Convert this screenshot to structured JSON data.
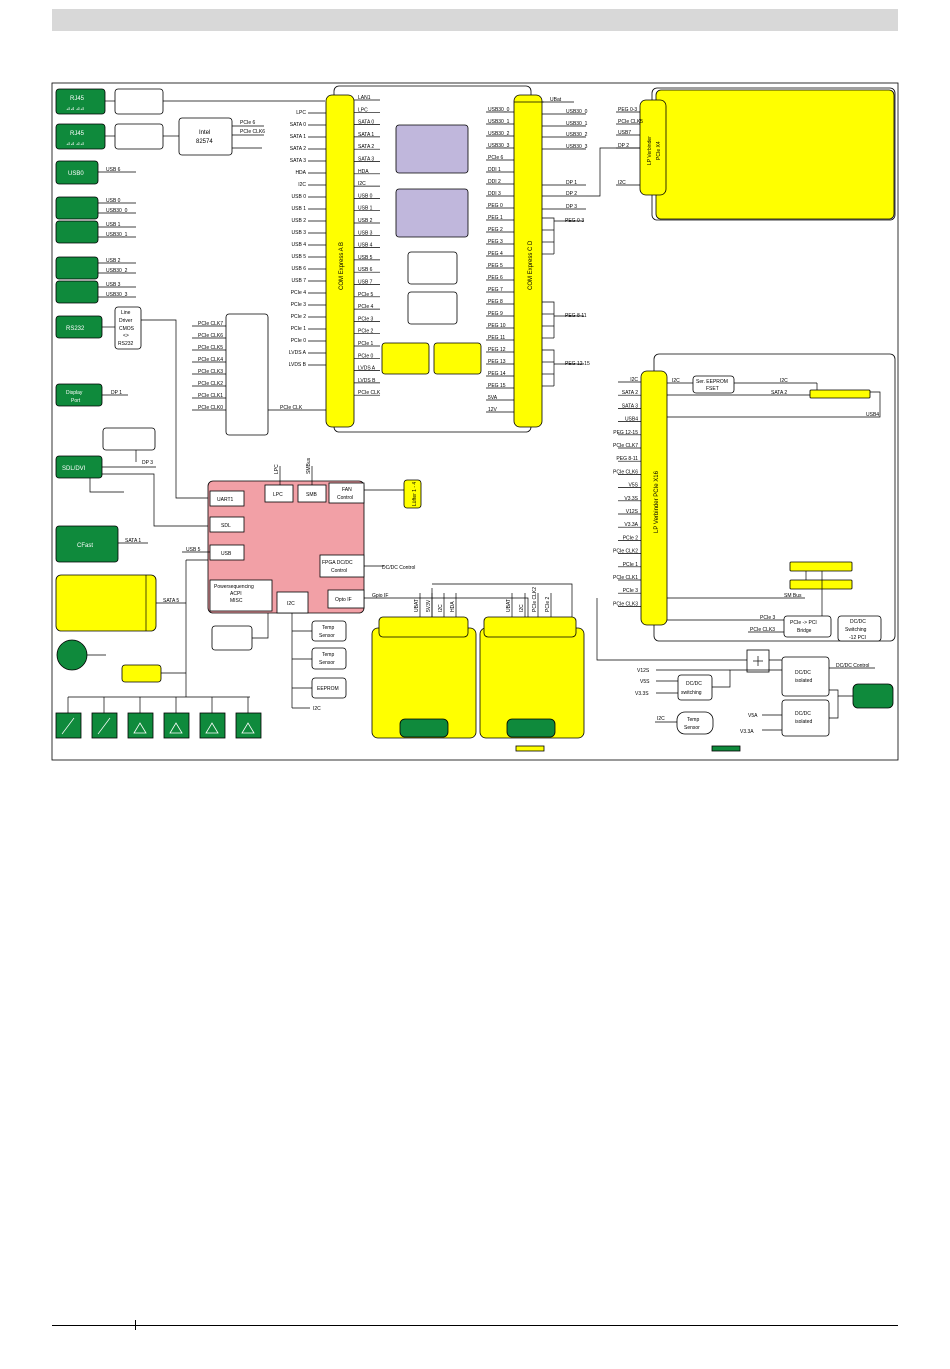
{
  "diagram": {
    "network": {
      "rj45_1": "RJ45",
      "rj45_2": "RJ45",
      "intel_line1": "Intel",
      "intel_line2": "82574",
      "pcie6": "PCIe 6",
      "pcie_clk6": "PCIe CLK6"
    },
    "usb_ports": {
      "usb0_box": "USB0",
      "usb6": "USB 6",
      "usb0": "USB 0",
      "usb30_0": "USB30_0",
      "usb1": "USB 1",
      "usb30_1": "USB30_1",
      "usb2": "USB 2",
      "usb30_2": "USB30_2",
      "usb3": "USB 3",
      "usb30_3": "USB30_3"
    },
    "serial": {
      "rs232_box": "RS232",
      "line_driver": [
        "Line",
        "Driver",
        "CMOS",
        "<>",
        "RS232"
      ]
    },
    "displayport": {
      "box_line1": "Display",
      "box_line2": "Port",
      "dp1": "DP 1",
      "sdvi_box": "SDL/DVI",
      "dp3": "DP 3"
    },
    "cfast": {
      "box": "CFast",
      "sata1": "SATA 1"
    },
    "sata5": "SATA 5",
    "pcie_fanout": {
      "labels": [
        "PCIe CLK7",
        "PCIe CLK6",
        "PCIe CLK5",
        "PCIe CLK4",
        "PCIe CLK3",
        "PCIe CLK2",
        "PCIe CLK1",
        "PCIe CLK0"
      ],
      "pcie_clk": "PCIe CLK"
    },
    "com_ab": {
      "title": "COM Express A B",
      "left_labels": [
        "LPC",
        "SATA 0",
        "SATA 1",
        "SATA 2",
        "SATA 3",
        "HDA",
        "I2C",
        "USB 0",
        "USB 1",
        "USB 2",
        "USB 3",
        "USB 4",
        "USB 5",
        "USB 6",
        "USB 7",
        "PCIe 4",
        "PCIe 3",
        "PCIe 2",
        "PCIe 1",
        "PCIe 0",
        "LVDS A",
        "LVDS B"
      ],
      "right_labels": [
        "LAN1",
        "LPC",
        "SATA 0",
        "SATA 1",
        "SATA 2",
        "SATA 3",
        "HDA",
        "I2C",
        "USB 0",
        "USB 1",
        "USB 2",
        "USB 3",
        "USB 4",
        "USB 5",
        "USB 6",
        "USB 7",
        "PCIe 5",
        "PCIe 4",
        "PCIe 3",
        "PCIe 2",
        "PCIe 1",
        "PCIe 0",
        "LVDS A",
        "LVDS B",
        "PCIe CLK"
      ]
    },
    "com_cd": {
      "title": "COM Express C D",
      "left_labels": [
        "USB30_0",
        "USB30_1",
        "USB30_2",
        "USB30_3",
        "PCIe 6",
        "DDI 1",
        "DDI 2",
        "DDI 3",
        "PEG 0",
        "PEG 1",
        "PEG 2",
        "PEG 3",
        "PEG 4",
        "PEG 5",
        "PEG 6",
        "PEG 7",
        "PEG 8",
        "PEG 9",
        "PEG 10",
        "PEG 11",
        "PEG 12",
        "PEG 13",
        "PEG 14",
        "PEG 15",
        "5VA",
        "12V"
      ],
      "right_labels": [
        "USB30_0",
        "USB30_1",
        "USB30_2",
        "USB30_3",
        "DP 1",
        "DP 2",
        "DP 3"
      ],
      "ubat": "UBat",
      "peg_0_3": "PEG 0-3",
      "peg_8_11": "PEG 8-11",
      "peg_12_15": "PEG 12-15"
    },
    "lp_x4": {
      "title_line1": "LP Verbinder",
      "title_line2": "PCIe X4",
      "labels": [
        "PEG 0-3",
        "PCIe CLK5",
        "USB7",
        "DP 2",
        "I2C"
      ]
    },
    "lp_x16": {
      "title": "LP Verbinder PCIe X16",
      "left_labels": [
        "I2C",
        "SATA 2",
        "SATA 3",
        "USB4",
        "PEG 12-15",
        "PCIe CLK7",
        "PEG 8-11",
        "PCIe CLK6",
        "V5S",
        "V3.3S",
        "V12S",
        "V3.3A",
        "PCIe 2",
        "PCIe CLK2",
        "PCIe 1",
        "PCIe CLK1",
        "PCIe 3",
        "PCIe CLK3"
      ],
      "i2c": "I2C",
      "ser_line1": "Ser. EEPROM",
      "ser_line2": "FSET",
      "i2c_2": "I2C",
      "sata2": "SATA 2",
      "usb4": "USB4",
      "smbus": "SM Bus",
      "pcie3": "PCIe 3",
      "pcie_clk3": "PCIe CLK3",
      "bridge_line1": "PCIe -> PCI",
      "bridge_line2": "Bridge",
      "dcdc_line1": "DC/DC",
      "dcdc_line2": "Switching",
      "dcdc_line3": "-12 PCI"
    },
    "fpga": {
      "uart": "UART1",
      "sdl": "SDL",
      "usb": "USB",
      "power_lines": [
        "Powersequencing",
        "ACPI",
        "MISC"
      ],
      "lpc": "LPC",
      "smb": "SMB",
      "fan_line1": "FAN",
      "fan_line2": "Control",
      "fpga_line1": "FPGA DC/DC",
      "fpga_line2": "Control",
      "opto": "Opto IF",
      "i2c": "I2C",
      "usb5": "USB 5",
      "top_lpc": "LPC",
      "top_smbus": "SMBus"
    },
    "fan": "Lüfter 1 - 4",
    "dcdc_control": "DC/DC Control",
    "gpio_if": "Gpio IF",
    "sensors": {
      "temp1_line1": "Temp",
      "temp1_line2": "Sensor",
      "temp2_line1": "Temp",
      "temp2_line2": "Sensor",
      "eeprom": "EEPROM",
      "i2c": "I2C"
    },
    "slot_labels": {
      "a": [
        "UBAT",
        "5V3V",
        "I2C",
        "HDA"
      ],
      "b": [
        "UBAT",
        "I2C",
        "PCIe CLK2",
        "PCIe 2"
      ]
    },
    "power": {
      "v12s": "V12S",
      "v5s": "V5S",
      "v33s": "V3.3S",
      "dcdc_sw_line1": "DC/DC",
      "dcdc_sw_line2": "switching",
      "dcdc1_line1": "DC/DC",
      "dcdc1_line2": "isolated",
      "dcdc2_line1": "DC/DC",
      "dcdc2_line2": "isolated",
      "dcdc_control": "DC/DC Control",
      "v5a": "V5A",
      "v33a": "V3.3A",
      "i2c": "I2C",
      "temp_line1": "Temp",
      "temp_line2": "Sensor"
    }
  }
}
